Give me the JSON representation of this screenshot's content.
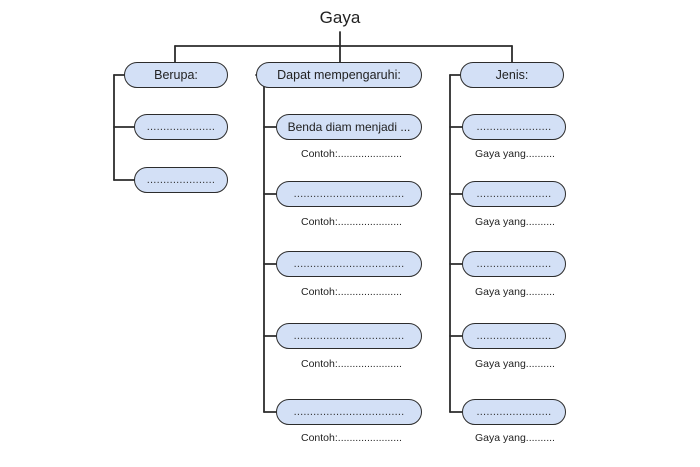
{
  "title": "Gaya",
  "columns": [
    {
      "header": "Berupa:",
      "items": [
        {
          "text": "....................."
        },
        {
          "text": "....................."
        }
      ]
    },
    {
      "header": "Dapat mempengaruhi:",
      "items": [
        {
          "text": "Benda diam menjadi ...",
          "label": "Contoh:......................"
        },
        {
          "text": "..................................",
          "label": "Contoh:......................"
        },
        {
          "text": "..................................",
          "label": "Contoh:......................"
        },
        {
          "text": "..................................",
          "label": "Contoh:......................"
        },
        {
          "text": "..................................",
          "label": "Contoh:......................"
        }
      ]
    },
    {
      "header": "Jenis:",
      "items": [
        {
          "text": ".......................",
          "label": "Gaya yang.........."
        },
        {
          "text": ".......................",
          "label": "Gaya yang.........."
        },
        {
          "text": ".......................",
          "label": "Gaya yang.........."
        },
        {
          "text": ".......................",
          "label": "Gaya yang.........."
        },
        {
          "text": ".......................",
          "label": "Gaya yang.........."
        }
      ]
    }
  ],
  "colors": {
    "node_fill": "#d3e0f6",
    "node_stroke": "#2c2c2c",
    "line": "#2c2c2c"
  }
}
